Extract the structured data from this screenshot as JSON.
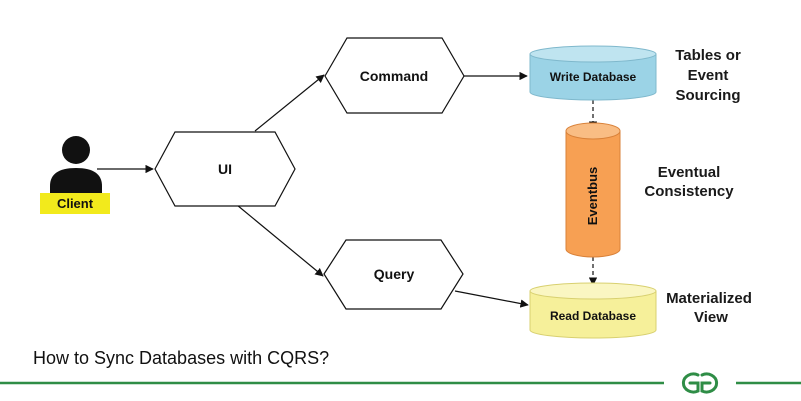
{
  "diagram": {
    "nodes": {
      "client": "Client",
      "ui": "UI",
      "command": "Command",
      "query": "Query",
      "write_db": "Write Database",
      "read_db": "Read Database",
      "eventbus": "Eventbus"
    },
    "annotations": {
      "write_side": [
        "Tables or",
        "Event",
        "Sourcing"
      ],
      "eventual": [
        "Eventual",
        "Consistency"
      ],
      "read_side": [
        "Materialized",
        "View"
      ]
    },
    "caption": "How to Sync Databases with CQRS?"
  },
  "colors": {
    "client_label_bg": "#f2ea1c",
    "write_db_fill": "#9bd3e6",
    "write_db_top": "#bfe4f0",
    "read_db_fill": "#f6f09a",
    "read_db_top": "#faf6c2",
    "eventbus_fill": "#f7a053",
    "eventbus_top": "#f9bd84",
    "footer_green": "#2f8d46"
  },
  "brand": {
    "logo_text": "GfG"
  }
}
